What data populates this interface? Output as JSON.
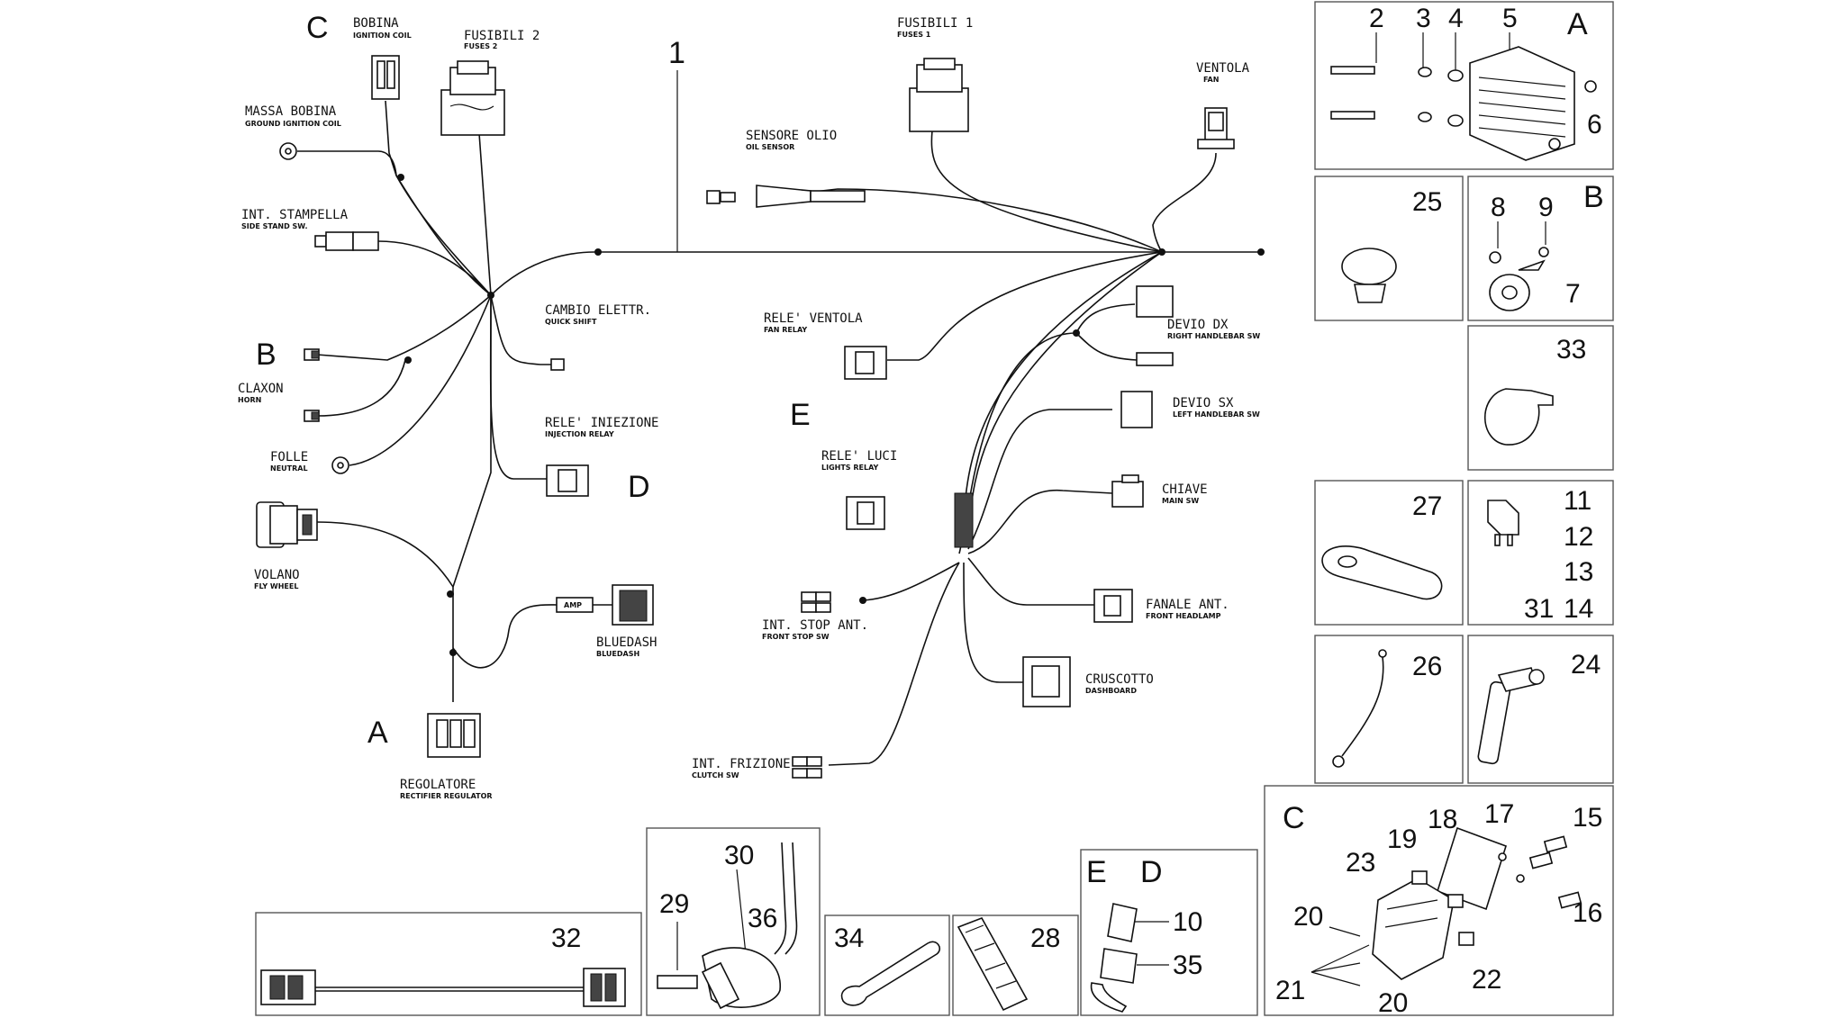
{
  "harness": {
    "main_number": "1",
    "letters": {
      "C": "C",
      "B": "B",
      "A": "A",
      "D": "D",
      "E": "E"
    },
    "components": {
      "bobina": {
        "label": "BOBINA",
        "sub": "IGNITION COIL"
      },
      "fusibili2": {
        "label": "FUSIBILI 2",
        "sub": "FUSES 2"
      },
      "massa_bobina": {
        "label": "MASSA BOBINA",
        "sub": "GROUND IGNITION COIL"
      },
      "int_stampella": {
        "label": "INT. STAMPELLA",
        "sub": "SIDE STAND SW."
      },
      "claxon": {
        "label": "CLAXON",
        "sub": "HORN"
      },
      "folle": {
        "label": "FOLLE",
        "sub": "NEUTRAL"
      },
      "volano": {
        "label": "VOLANO",
        "sub": "FLY WHEEL"
      },
      "cambio": {
        "label": "CAMBIO ELETTR.",
        "sub": "QUICK SHIFT"
      },
      "rele_iniezione": {
        "label": "RELE' INIEZIONE",
        "sub": "INJECTION RELAY"
      },
      "bluedash": {
        "label": "BLUEDASH",
        "sub": "BLUEDASH"
      },
      "amp_tag": "AMP",
      "regolatore": {
        "label": "REGOLATORE",
        "sub": "RECTIFIER REGULATOR"
      },
      "fusibili1": {
        "label": "FUSIBILI 1",
        "sub": "FUSES 1"
      },
      "ventola": {
        "label": "VENTOLA",
        "sub": "FAN"
      },
      "sensore_olio": {
        "label": "SENSORE OLIO",
        "sub": "OIL SENSOR"
      },
      "rele_ventola": {
        "label": "RELE' VENTOLA",
        "sub": "FAN RELAY"
      },
      "devio_dx": {
        "label": "DEVIO DX",
        "sub": "RIGHT HANDLEBAR SW"
      },
      "devio_sx": {
        "label": "DEVIO SX",
        "sub": "LEFT HANDLEBAR SW"
      },
      "rele_luci": {
        "label": "RELE' LUCI",
        "sub": "LIGHTS RELAY"
      },
      "chiave": {
        "label": "CHIAVE",
        "sub": "MAIN SW"
      },
      "fanale": {
        "label": "FANALE ANT.",
        "sub": "FRONT HEADLAMP"
      },
      "int_stop": {
        "label": "INT. STOP ANT.",
        "sub": "FRONT STOP SW"
      },
      "cruscotto": {
        "label": "CRUSCOTTO",
        "sub": "DASHBOARD"
      },
      "int_frizione": {
        "label": "INT. FRIZIONE",
        "sub": "CLUTCH SW"
      }
    }
  },
  "panels": {
    "A": {
      "letter": "A",
      "numbers": [
        "2",
        "3",
        "4",
        "5",
        "6"
      ]
    },
    "p25": {
      "number": "25"
    },
    "B": {
      "letter": "B",
      "numbers": [
        "8",
        "9",
        "7"
      ]
    },
    "p33": {
      "number": "33"
    },
    "p27": {
      "number": "27"
    },
    "fuses": {
      "numbers": [
        "11",
        "12",
        "13",
        "31",
        "14"
      ]
    },
    "p26": {
      "number": "26"
    },
    "p24": {
      "number": "24"
    },
    "C": {
      "letter": "C",
      "numbers": [
        "18",
        "17",
        "15",
        "23",
        "19",
        "20",
        "16",
        "21",
        "22",
        "20"
      ]
    },
    "p32": {
      "number": "32"
    },
    "p30": {
      "numbers": [
        "30",
        "29",
        "36"
      ]
    },
    "p34": {
      "number": "34"
    },
    "p28": {
      "number": "28"
    },
    "ED": {
      "letters": [
        "E",
        "D"
      ],
      "numbers": [
        "10",
        "35"
      ]
    }
  }
}
